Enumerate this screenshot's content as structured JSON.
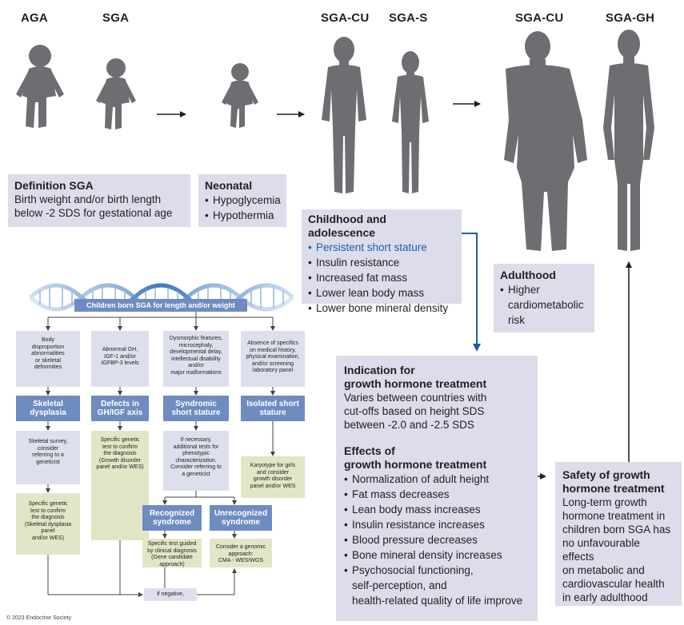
{
  "headers": {
    "aga": "AGA",
    "sga": "SGA",
    "sga_cu_child": "SGA-CU",
    "sga_s": "SGA-S",
    "sga_cu_adult": "SGA-CU",
    "sga_gh": "SGA-GH"
  },
  "definition": {
    "title": "Definition SGA",
    "line1": "Birth weight and/or birth length",
    "line2": "below -2 SDS for gestational age"
  },
  "neonatal": {
    "title": "Neonatal",
    "items": [
      "Hypoglycemia",
      "Hypothermia"
    ]
  },
  "childhood": {
    "title": "Childhood and adolescence",
    "highlight": "Persistent short stature",
    "items": [
      "Insulin resistance",
      "Increased fat mass",
      "Lower lean body mass",
      "Lower bone mineral density"
    ]
  },
  "adulthood": {
    "title": "Adulthood",
    "item_lines": [
      "Higher",
      "cardiometabolic",
      "risk"
    ]
  },
  "indication": {
    "title_line1": "Indication for",
    "title_line2": "growth hormone treatment",
    "text_lines": [
      "Varies between countries with",
      "cut-offs based on height SDS",
      "between -2.0 and -2.5 SDS"
    ]
  },
  "effects": {
    "title_line1": "Effects of",
    "title_line2": "growth hormone treatment",
    "items": [
      "Normalization of adult height",
      "Fat mass decreases",
      "Lean body mass increases",
      "Insulin resistance increases",
      "Blood pressure decreases",
      "Bone mineral density increases"
    ],
    "last_item_lines": [
      "Psychosocial functioning,",
      "self-perception, and",
      "health-related quality of life improve"
    ]
  },
  "safety": {
    "title_line1": "Safety of growth",
    "title_line2": "hormone treatment",
    "text_lines": [
      "Long-term growth",
      "hormone treatment in",
      "children born SGA has",
      "no unfavourable effects",
      "on metabolic and",
      "cardiovascular health",
      "in early adulthood"
    ]
  },
  "flowchart": {
    "title": "Children born SGA for length and/or weight",
    "col1": {
      "criteria": [
        "Body",
        "disproportion",
        "abnormalities",
        "or skeletal",
        "deformities"
      ],
      "diagnosis": [
        "Skeletal",
        "dysplasia"
      ],
      "step": [
        "Skeletal survey,",
        "consider",
        "referring to a",
        "geneticist"
      ],
      "test": [
        "Specific genetic",
        "test to confirm",
        "the diagnosis",
        "(Skeletal dysplasia",
        "panel",
        "and/or WES)"
      ]
    },
    "col2": {
      "criteria": [
        "Abnormal GH,",
        "IGF-1 and/or",
        "IGFBP-3 levels"
      ],
      "diagnosis": [
        "Defects in",
        "GH/IGF axis"
      ],
      "test": [
        "Specific genetic",
        "test to confirm",
        "the diagnosis",
        "(Growth disorder",
        "panel and/or WES)"
      ]
    },
    "col3": {
      "criteria": [
        "Dysmorphic features,",
        "microcephaly,",
        "developmental delay,",
        "intellectual disability",
        "and/or",
        "major malformations"
      ],
      "diagnosis": [
        "Syndromic",
        "short stature"
      ],
      "step": [
        "If necessary,",
        "additional tests for",
        "phenotypic",
        "characterization.",
        "Consider referring to",
        "a geneticist"
      ]
    },
    "col4": {
      "criteria": [
        "Absence of specifics",
        "on medical history,",
        "physical examination,",
        "and/or screening",
        "laboratory panel"
      ],
      "diagnosis": [
        "Isolated short",
        "stature"
      ],
      "step": [
        "Karyotype for girls",
        "and consider",
        "growth disorder",
        "panel and/or WES"
      ]
    },
    "recognized": {
      "label": [
        "Recognized",
        "syndrome"
      ],
      "test": [
        "Specific test guided",
        "by clinical diagnosis",
        "(Gene candidate",
        "approach)"
      ]
    },
    "unrecognized": {
      "label": [
        "Unrecognized",
        "syndrome"
      ],
      "test": [
        "Consider a genomic",
        "approach:",
        "CMA - WES/WGS"
      ]
    },
    "negative": "if negative,"
  },
  "copyright": "© 2023 Endocrine Society",
  "colors": {
    "box_bg": "#dcdcea",
    "accent_blue": "#1f5fa8",
    "silhouette": "#6d6e71",
    "fc_blue": "#6f8cc1",
    "fc_yellow": "#e1e7c6",
    "fc_grey": "#dde0ec"
  }
}
